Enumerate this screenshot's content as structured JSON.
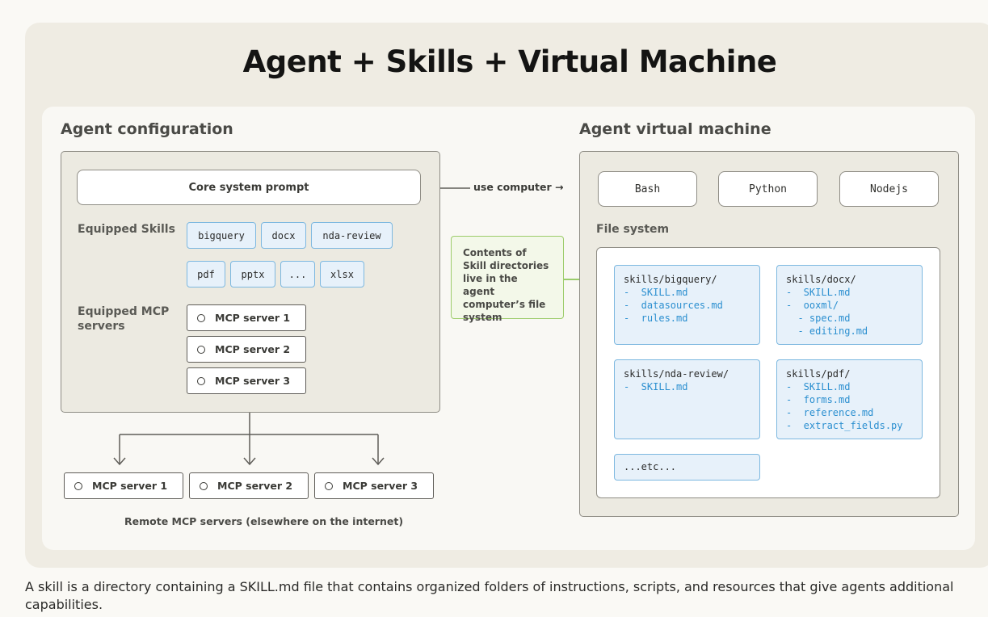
{
  "title": "Agent + Skills + Virtual Machine",
  "config": {
    "label": "Agent configuration",
    "core_prompt": "Core system prompt",
    "skills_label": "Equipped Skills",
    "skills": [
      "bigquery",
      "docx",
      "nda-review",
      "pdf",
      "pptx",
      "...",
      "xlsx"
    ],
    "mcp_label": "Equipped MCP servers",
    "mcp_servers": [
      "MCP server 1",
      "MCP server 2",
      "MCP server 3"
    ]
  },
  "remote": {
    "servers": [
      "MCP server 1",
      "MCP server 2",
      "MCP server 3"
    ],
    "label": "Remote MCP servers (elsewhere on the internet)"
  },
  "connector": {
    "use_computer": "use computer →",
    "contents_note": "Contents of Skill directories live in the agent computer’s file system"
  },
  "vm": {
    "label": "Agent virtual machine",
    "runtimes": [
      "Bash",
      "Python",
      "Nodejs"
    ],
    "fs_label": "File system",
    "directories": [
      {
        "name": "skills/bigquery/",
        "files": [
          "-  SKILL.md",
          "-  datasources.md",
          "-  rules.md"
        ]
      },
      {
        "name": "skills/docx/",
        "files": [
          "-  SKILL.md",
          "-  ooxml/",
          "  - spec.md",
          "  - editing.md"
        ]
      },
      {
        "name": "skills/nda-review/",
        "files": [
          "-  SKILL.md"
        ]
      },
      {
        "name": "skills/pdf/",
        "files": [
          "-  SKILL.md",
          "-  forms.md",
          "-  reference.md",
          "-  extract_fields.py"
        ]
      }
    ],
    "etc": "...etc..."
  },
  "caption": "A skill is a directory containing a SKILL.md file that contains organized folders of instructions, scripts, and resources that give agents additional capabilities.",
  "colors": {
    "skill_fill": "#e7f1fa",
    "skill_border": "#7db8e0",
    "file_text": "#2b8fd0",
    "note_border": "#9ccc6a"
  }
}
